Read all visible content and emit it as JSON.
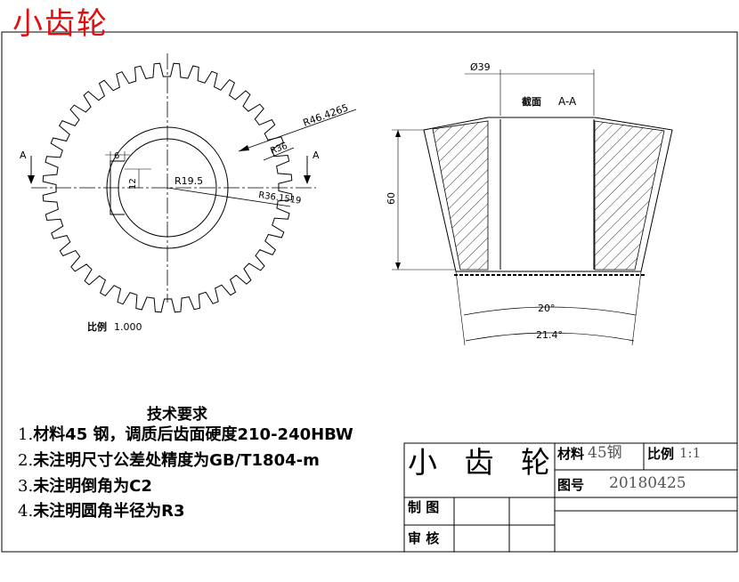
{
  "title": "小齿轮",
  "gear_view": {
    "section_mark": "A",
    "dims": {
      "r_outer": "R46.4265",
      "r_root": "R36",
      "r_inner": "R36.1519",
      "r_bore": "R19.5",
      "keyway_width": "6",
      "keyway_depth": "12"
    },
    "scale_label": "比例",
    "scale_value": "1.000"
  },
  "section_view": {
    "label_cn": "截面",
    "label_id": "A-A",
    "diameter": "Ø39",
    "height": "60",
    "angle_inner": "20°",
    "angle_outer": "21.4°"
  },
  "tech": {
    "title": "技术要求",
    "items": [
      {
        "num": "1.",
        "text": "材料45 钢，调质后齿面硬度210-240HBW"
      },
      {
        "num": "2.",
        "text": "未注明尺寸公差处精度为GB/T1804-m"
      },
      {
        "num": "3.",
        "text": "未注明倒角为C2"
      },
      {
        "num": "4.",
        "text": "未注明圆角半径为R3"
      }
    ]
  },
  "title_block": {
    "part_name": "小 齿 轮",
    "material_label": "材料",
    "material_value": "45钢",
    "scale_label": "比例",
    "scale_value": "1:1",
    "drawing_no_label": "图号",
    "drawing_no_value": "20180425",
    "drawn_label": "制 图",
    "checked_label": "审 核"
  }
}
